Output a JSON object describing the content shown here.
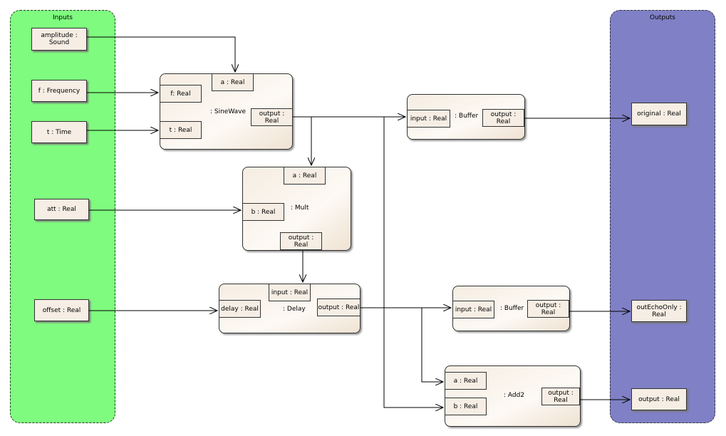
{
  "lanes": {
    "inputs_title": "Inputs",
    "outputs_title": "Outputs"
  },
  "inputs": {
    "amplitude": "amplitude : Sound",
    "frequency": "f : Frequency",
    "time": "t : Time",
    "att": "att : Real",
    "offset": "offset : Real"
  },
  "outputs": {
    "original": "original : Real",
    "out_echo_only": "outEchoOnly : Real",
    "output": "output : Real"
  },
  "blocks": {
    "sinewave": {
      "label": ": SineWave",
      "port_a": "a : Real",
      "port_f": "f: Real",
      "port_t": "t : Real",
      "port_output": "output : Real"
    },
    "mult": {
      "label": ": Mult",
      "port_a": "a : Real",
      "port_b": "b : Real",
      "port_output": "output : Real"
    },
    "delay": {
      "label": ": Delay",
      "port_input": "input : Real",
      "port_delay": "delay : Real",
      "port_output": "output : Real"
    },
    "buffer1": {
      "label": ": Buffer",
      "port_input": "input : Real",
      "port_output": "output : Real"
    },
    "buffer2": {
      "label": ": Buffer",
      "port_input": "input : Real",
      "port_output": "output : Real"
    },
    "add2": {
      "label": ": Add2",
      "port_a": "a : Real",
      "port_b": "b : Real",
      "port_output": "output : Real"
    }
  }
}
